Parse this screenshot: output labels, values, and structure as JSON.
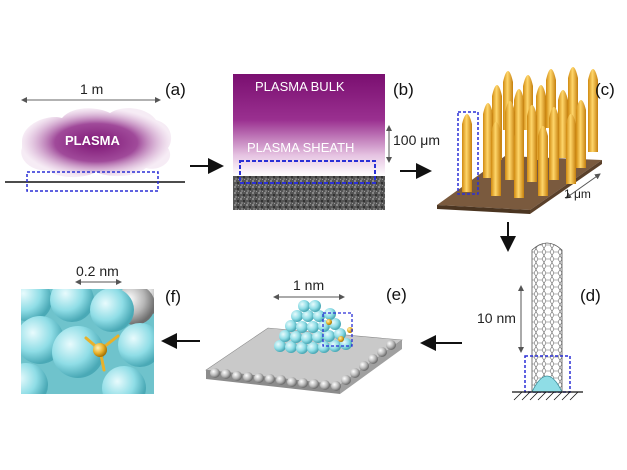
{
  "panels": {
    "a": {
      "label": "(a)",
      "scale": "1 m",
      "text": "PLASMA"
    },
    "b": {
      "label": "(b)",
      "bulk": "PLASMA BULK",
      "sheath": "PLASMA SHEATH",
      "scale": "100 μm"
    },
    "c": {
      "label": "(c)",
      "scale": "1 μm"
    },
    "d": {
      "label": "(d)",
      "scale": "10 nm"
    },
    "e": {
      "label": "(e)",
      "scale": "1 nm"
    },
    "f": {
      "label": "(f)",
      "scale": "0.2 nm"
    }
  },
  "colors": {
    "plasma": "#8b1a7c",
    "nanotube": "#f2b632",
    "substrate": "#7a5a3e",
    "atom_cyan": "#8fdde6",
    "atom_gold": "#e8b12a",
    "dashed_box": "#2a2fd6"
  }
}
